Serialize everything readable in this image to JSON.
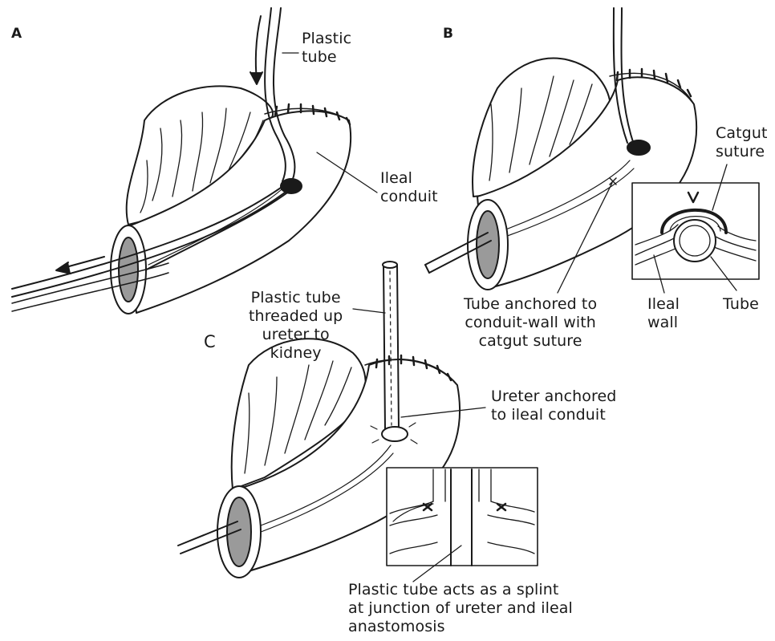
{
  "panels": {
    "a": {
      "letter": "A",
      "labels": {
        "plastic_tube": "Plastic\ntube",
        "ileal_conduit": "Ileal\nconduit"
      }
    },
    "b": {
      "letter": "B",
      "labels": {
        "catgut_suture": "Catgut\nsuture",
        "tube_anchored": "Tube anchored to\nconduit-wall with\ncatgut suture",
        "ileal_wall": "Ileal\nwall",
        "tube": "Tube"
      }
    },
    "c": {
      "letter": "C",
      "labels": {
        "plastic_tube_threaded": "Plastic tube\nthreaded up\nureter to\nkidney",
        "ureter_anchored": "Ureter anchored\nto ileal conduit",
        "splint": "Plastic tube acts as a splint\nat junction of ureter and ileal\nanastomosis"
      }
    }
  }
}
